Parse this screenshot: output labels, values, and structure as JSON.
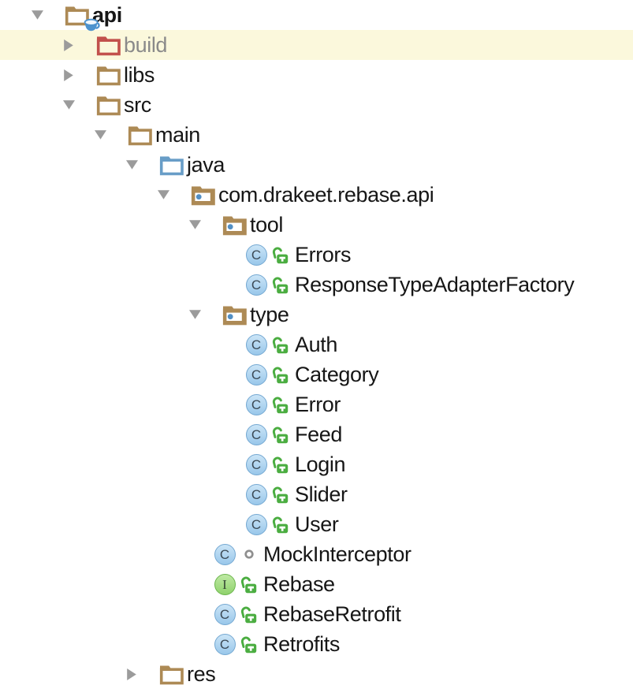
{
  "colors": {
    "background": "#FFFFFF",
    "highlight_row": "#FBF8DC",
    "folder_tan": "#AD8A55",
    "folder_excluded_red": "#C2514C",
    "folder_source_blue": "#689DC7",
    "package_dot_blue": "#528FC4",
    "class_icon_fill": "#99C7EA",
    "class_icon_border": "#74A8D2",
    "interface_icon_fill": "#8FD26C",
    "interface_icon_border": "#6CB64D",
    "lock_green": "#4BAD41",
    "package_private_gray": "#8F8F8F",
    "arrow_gray": "#9B9B9B",
    "text": "#161616",
    "muted_text": "#8A8A8A",
    "module_cup_blue": "#4D93CE"
  },
  "icons": {
    "class_letter": "C",
    "interface_letter": "I"
  },
  "tree": {
    "rows": [
      {
        "label": "api",
        "level": 0,
        "kind": "java-module",
        "state": "expanded",
        "bold": true
      },
      {
        "label": "build",
        "level": 1,
        "kind": "excluded-folder",
        "state": "collapsed",
        "muted": true,
        "highlighted": true
      },
      {
        "label": "libs",
        "level": 1,
        "kind": "folder",
        "state": "collapsed"
      },
      {
        "label": "src",
        "level": 1,
        "kind": "folder",
        "state": "expanded"
      },
      {
        "label": "main",
        "level": 2,
        "kind": "folder",
        "state": "expanded"
      },
      {
        "label": "java",
        "level": 3,
        "kind": "source-folder",
        "state": "expanded"
      },
      {
        "label": "com.drakeet.rebase.api",
        "level": 4,
        "kind": "package",
        "state": "expanded"
      },
      {
        "label": "tool",
        "level": 5,
        "kind": "package",
        "state": "expanded"
      },
      {
        "label": "Errors",
        "level": 6,
        "kind": "class",
        "visibility": "public"
      },
      {
        "label": "ResponseTypeAdapterFactory",
        "level": 6,
        "kind": "class",
        "visibility": "public"
      },
      {
        "label": "type",
        "level": 5,
        "kind": "package",
        "state": "expanded"
      },
      {
        "label": "Auth",
        "level": 6,
        "kind": "class",
        "visibility": "public"
      },
      {
        "label": "Category",
        "level": 6,
        "kind": "class",
        "visibility": "public"
      },
      {
        "label": "Error",
        "level": 6,
        "kind": "class",
        "visibility": "public"
      },
      {
        "label": "Feed",
        "level": 6,
        "kind": "class",
        "visibility": "public"
      },
      {
        "label": "Login",
        "level": 6,
        "kind": "class",
        "visibility": "public"
      },
      {
        "label": "Slider",
        "level": 6,
        "kind": "class",
        "visibility": "public"
      },
      {
        "label": "User",
        "level": 6,
        "kind": "class",
        "visibility": "public"
      },
      {
        "label": "MockInterceptor",
        "level": 5,
        "kind": "class",
        "visibility": "package-private"
      },
      {
        "label": "Rebase",
        "level": 5,
        "kind": "interface",
        "visibility": "public"
      },
      {
        "label": "RebaseRetrofit",
        "level": 5,
        "kind": "class",
        "visibility": "public"
      },
      {
        "label": "Retrofits",
        "level": 5,
        "kind": "class",
        "visibility": "public"
      },
      {
        "label": "res",
        "level": 3,
        "kind": "folder",
        "state": "collapsed"
      }
    ]
  }
}
